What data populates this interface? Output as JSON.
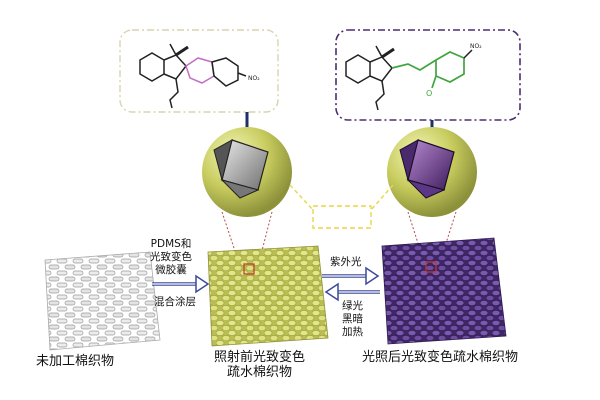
{
  "labels": {
    "raw_fabric": "未加工棉织物",
    "before_fabric_line1": "照射前光致变色",
    "before_fabric_line2": "疏水棉织物",
    "after_fabric": "光照后光致变色疏水棉织物",
    "step1_line1": "PDMS和",
    "step1_line2": "光致变色",
    "step1_line3": "微胶囊",
    "step1_line4": "混合涂层",
    "uv_light": "紫外光",
    "reverse_line1": "绿光",
    "reverse_line2": "黑暗",
    "reverse_line3": "加热"
  },
  "molecules": {
    "left_substituent": "NO₂",
    "right_substituent": "NO₂",
    "right_oxygen": "O"
  },
  "colors": {
    "capsule_shell": "#c8cc5e",
    "core_before": "#8a8a8a",
    "core_after": "#7a3f9a",
    "fabric_raw": "#f2f2f2",
    "fabric_before": "#d9dc7a",
    "fabric_after": "#6a4a9e",
    "arrow_blue": "#3c4c9a",
    "box_yellow": "#e8d64a",
    "box_purple": "#4b2d72"
  }
}
